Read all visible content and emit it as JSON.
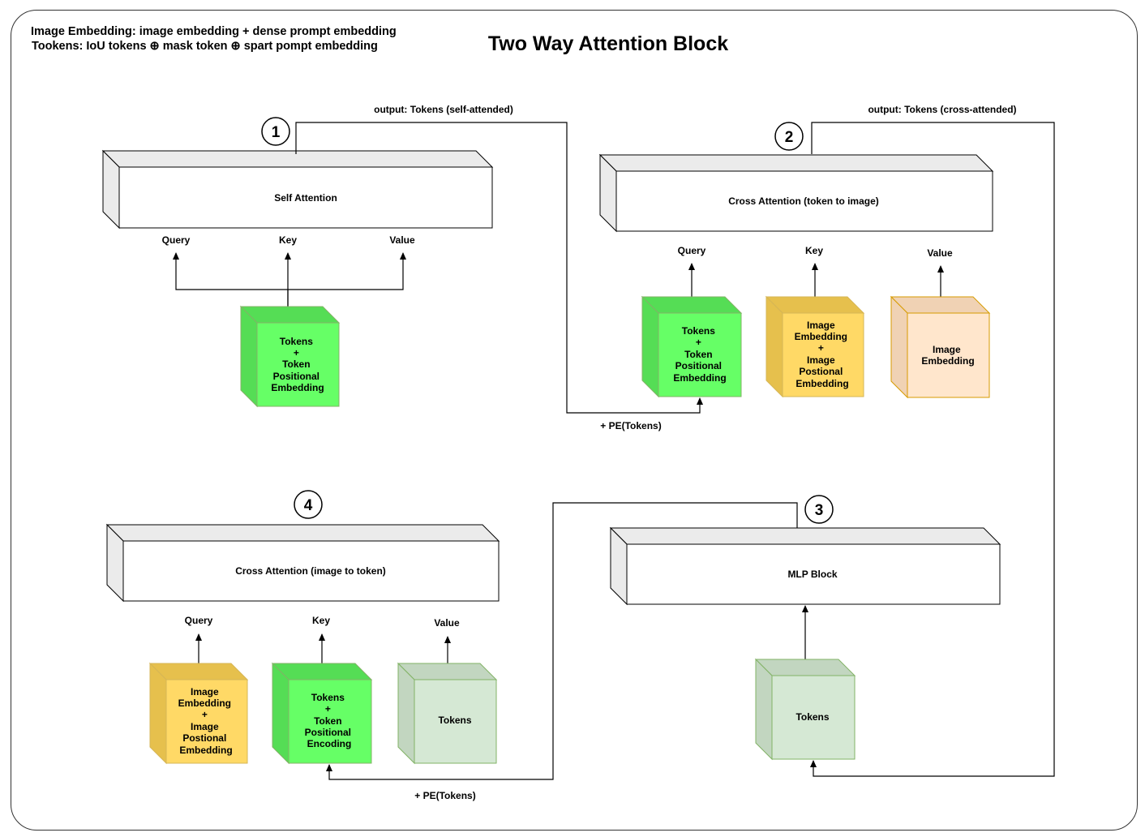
{
  "header": {
    "title": "Two Way Attention Block",
    "note_line1": "Image Embedding: image embedding + dense prompt embedding",
    "note_line2": "Tookens: IoU tokens ⊕ mask token ⊕ spart pompt embedding"
  },
  "flow": {
    "self_output": "output: Tokens (self-attended)",
    "cross_output": "output: Tokens (cross-attended)",
    "pe_tokens_1": "+ PE(Tokens)",
    "pe_tokens_2": "+ PE(Tokens)"
  },
  "block1": {
    "step": "1",
    "label": "Self Attention",
    "query": "Query",
    "key": "Key",
    "value": "Value",
    "input": [
      "Tokens",
      "+",
      "Token",
      "Positional",
      "Embedding"
    ]
  },
  "block2": {
    "step": "2",
    "label": "Cross Attention (token to image)",
    "query": "Query",
    "key": "Key",
    "value": "Value",
    "query_input": [
      "Tokens",
      "+",
      "Token",
      "Positional",
      "Embedding"
    ],
    "key_input": [
      "Image",
      "Embedding",
      "+",
      "Image",
      "Postional",
      "Embedding"
    ],
    "value_input": [
      "Image",
      "Embedding"
    ]
  },
  "block3": {
    "step": "3",
    "label": "MLP Block",
    "input": [
      "Tokens"
    ]
  },
  "block4": {
    "step": "4",
    "label": "Cross Attention (image to token)",
    "query": "Query",
    "key": "Key",
    "value": "Value",
    "query_input": [
      "Image",
      "Embedding",
      "+",
      "Image",
      "Postional",
      "Embedding"
    ],
    "key_input": [
      "Tokens",
      "+",
      "Token",
      "Positional",
      "Encoding"
    ],
    "value_input": [
      "Tokens"
    ]
  },
  "colors": {
    "bright_green": "#66ff66",
    "bright_green_side": "#55dd55",
    "yellow": "#ffd966",
    "yellow_side": "#e6c04d",
    "peach": "#ffe6cc",
    "peach_side": "#f0d2b4",
    "pale_green": "#d5e8d4",
    "pale_green_side": "#c2d6c0",
    "block_side": "#ebebeb"
  }
}
